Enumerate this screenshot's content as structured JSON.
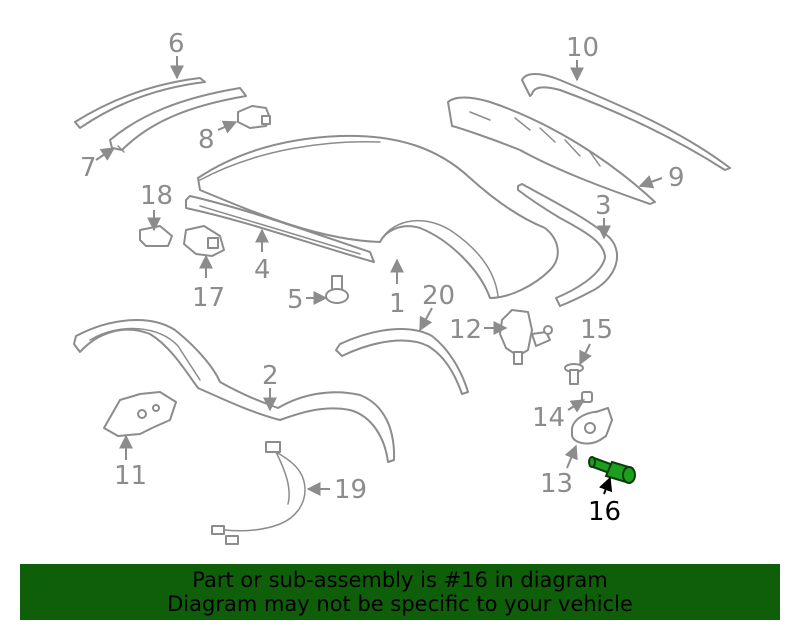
{
  "callouts": {
    "c1": "1",
    "c2": "2",
    "c3": "3",
    "c4": "4",
    "c5": "5",
    "c6": "6",
    "c7": "7",
    "c8": "8",
    "c9": "9",
    "c10": "10",
    "c11": "11",
    "c12": "12",
    "c13": "13",
    "c14": "14",
    "c15": "15",
    "c16": "16",
    "c17": "17",
    "c18": "18",
    "c19": "19",
    "c20": "20"
  },
  "highlighted_part": "16",
  "colors": {
    "line_gray": "#8c8c8c",
    "highlight_green": "#1e9e1e",
    "banner_green": "#0f5e0a",
    "active_label": "#000000"
  },
  "banner": {
    "line1": "Part or sub-assembly is #16 in diagram",
    "line2": "Diagram may not be specific to your vehicle"
  }
}
